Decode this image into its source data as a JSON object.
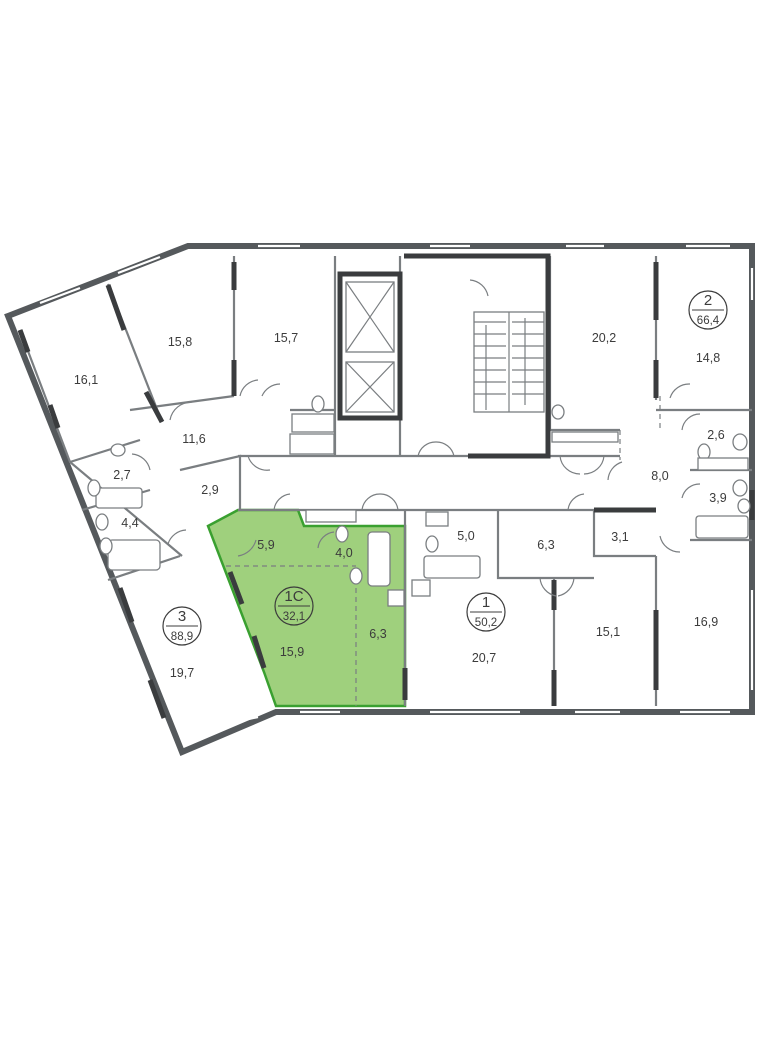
{
  "colors": {
    "highlight": "#9fd07d",
    "highlight_stroke": "#3aa030",
    "wall": "#55595c"
  },
  "apartments": {
    "a1c": {
      "number": "1С",
      "area": "32,1"
    },
    "a1": {
      "number": "1",
      "area": "50,2"
    },
    "a2": {
      "number": "2",
      "area": "66,4"
    },
    "a3": {
      "number": "3",
      "area": "88,9"
    }
  },
  "rooms": {
    "r16_1": "16,1",
    "r15_8": "15,8",
    "r15_7": "15,7",
    "r20_2": "20,2",
    "r14_8": "14,8",
    "r11_6": "11,6",
    "r2_7": "2,7",
    "r2_9": "2,9",
    "r4_4": "4,4",
    "r2_6": "2,6",
    "r8_0": "8,0",
    "r3_9": "3,9",
    "r5_9": "5,9",
    "r4_0": "4,0",
    "r5_0": "5,0",
    "r6_3a": "6,3",
    "r3_1": "3,1",
    "r15_9": "15,9",
    "r6_3b": "6,3",
    "r19_7": "19,7",
    "r20_7": "20,7",
    "r15_1": "15,1",
    "r16_9": "16,9"
  }
}
